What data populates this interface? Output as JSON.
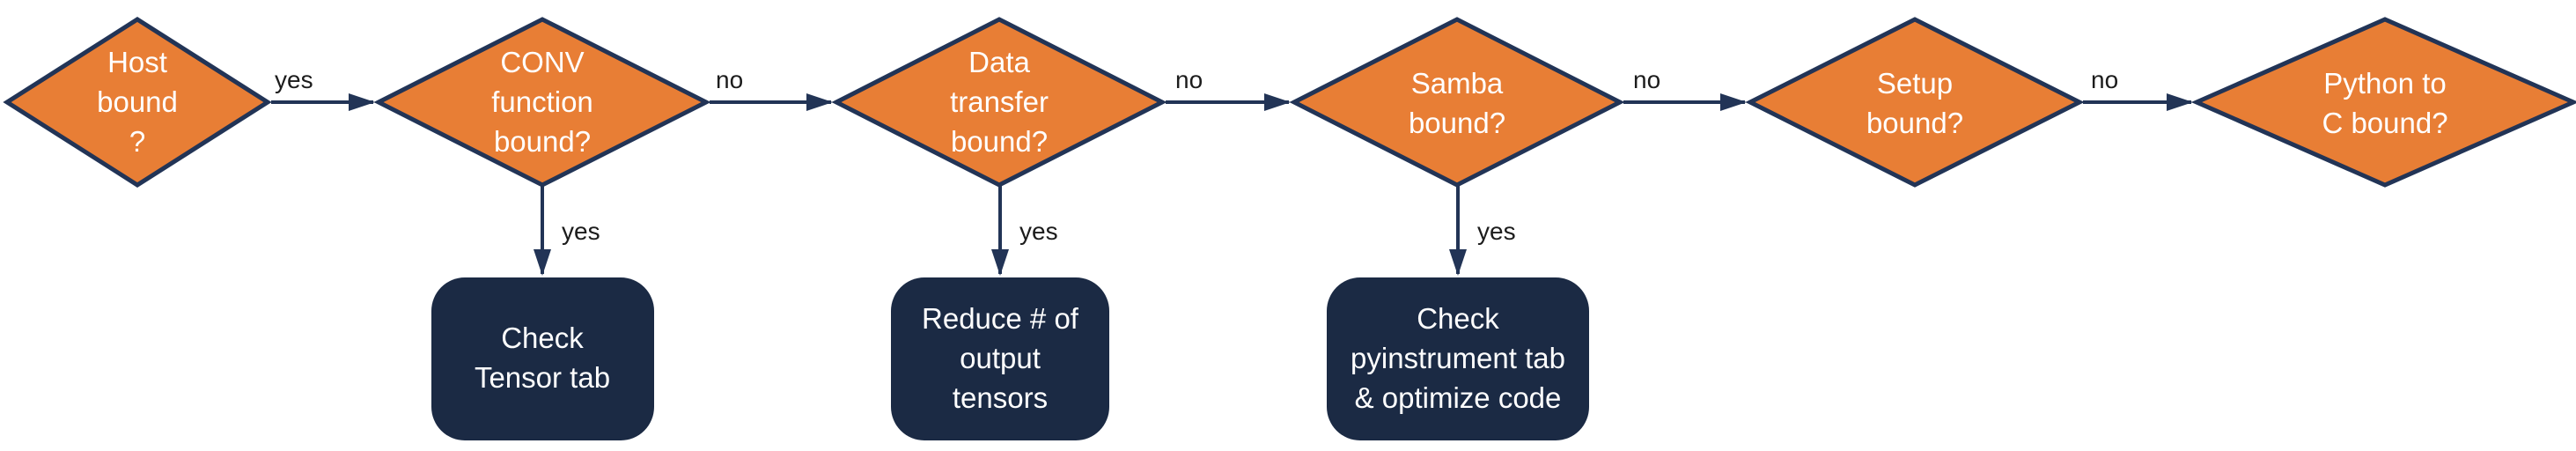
{
  "diagram": {
    "type": "flowchart",
    "description": "Performance bottleneck triage decision flowchart",
    "colors": {
      "decision_fill": "#E87E35",
      "decision_border": "#223456",
      "action_fill": "#1B2A44",
      "edge": "#223456",
      "shape_text": "#FFFFFF",
      "edge_label_text": "#1C1C1C",
      "background": "#FFFFFF"
    },
    "decisions": [
      {
        "id": "host-bound",
        "lines": [
          "Host",
          "bound",
          "?"
        ]
      },
      {
        "id": "conv-function-bound",
        "lines": [
          "CONV",
          "function",
          "bound?"
        ]
      },
      {
        "id": "data-transfer-bound",
        "lines": [
          "Data",
          "transfer",
          "bound?"
        ]
      },
      {
        "id": "samba-bound",
        "lines": [
          "Samba",
          "bound?"
        ]
      },
      {
        "id": "setup-bound",
        "lines": [
          "Setup",
          "bound?"
        ]
      },
      {
        "id": "python-to-c-bound",
        "lines": [
          "Python to",
          "C bound?"
        ]
      }
    ],
    "actions": [
      {
        "id": "check-tensor-tab",
        "lines": [
          "Check",
          "Tensor tab"
        ]
      },
      {
        "id": "reduce-output-tensors",
        "lines": [
          "Reduce # of",
          "output",
          "tensors"
        ]
      },
      {
        "id": "check-pyinstrument",
        "lines": [
          "Check",
          "pyinstrument tab",
          "& optimize code"
        ]
      }
    ],
    "edge_labels": {
      "host_to_conv": "yes",
      "conv_to_data": "no",
      "data_to_samba": "no",
      "samba_to_setup": "no",
      "setup_to_python": "no",
      "conv_to_tensor": "yes",
      "data_to_reduce": "yes",
      "samba_to_pyinstrument": "yes"
    }
  }
}
